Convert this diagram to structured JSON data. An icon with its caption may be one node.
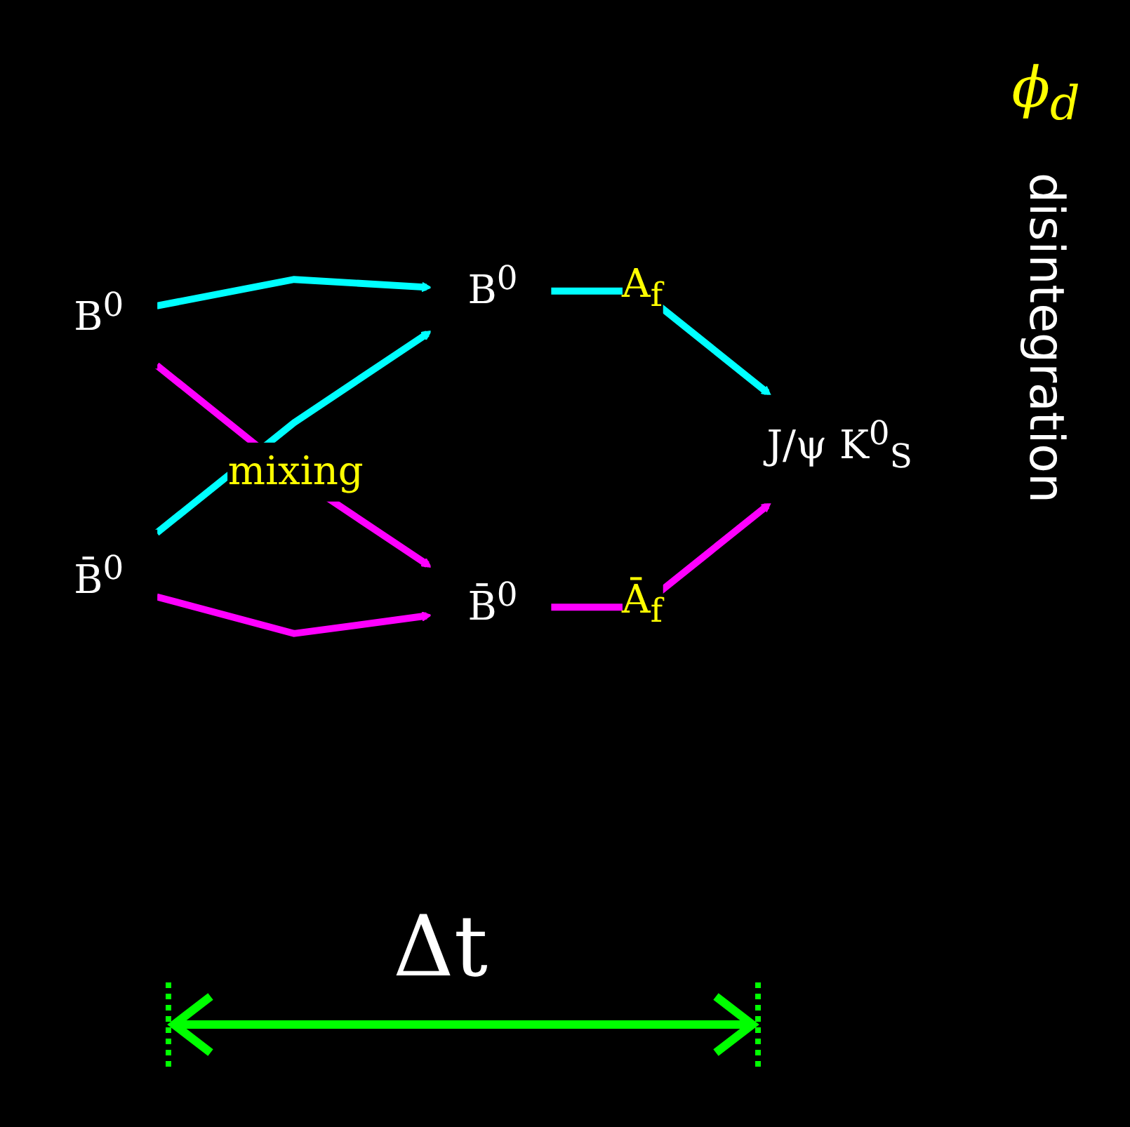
{
  "diagram": {
    "nodes": [
      {
        "text": [
          "B$^{0}$"
        ]
      },
      {
        "text": [
          "B$^{0}$"
        ]
      },
      {
        "text": [
          "J/ψ K$^{0}$$_{S}$"
        ]
      },
      {
        "text": [
          "B̄$^{0}$"
        ]
      },
      {
        "text": [
          "B̄$^{0}$"
        ]
      }
    ],
    "edges": [
      {
        "from": 0,
        "to": 1,
        "arrow": "to",
        "color": "#00ffff"
      },
      {
        "from": 0,
        "to": 4,
        "arrow": "to",
        "color": "#ff00ff",
        "label": "mixing"
      },
      {
        "from": 3,
        "to": 1,
        "arrow": "to",
        "color": "#00ffff"
      },
      {
        "from": 3,
        "to": 4,
        "arrow": "to",
        "color": "#ff00ff"
      },
      {
        "from": 1,
        "to": 2,
        "arrow": "to",
        "color": "#00ffff",
        "label": "A$_{f}$"
      },
      {
        "from": 4,
        "to": 2,
        "arrow": "to",
        "color": "#ff00ff",
        "label": "Ā$_{f}$"
      }
    ],
    "labels": [
      "ϕ$_{d}$",
      "disintegration",
      "Δt"
    ]
  }
}
